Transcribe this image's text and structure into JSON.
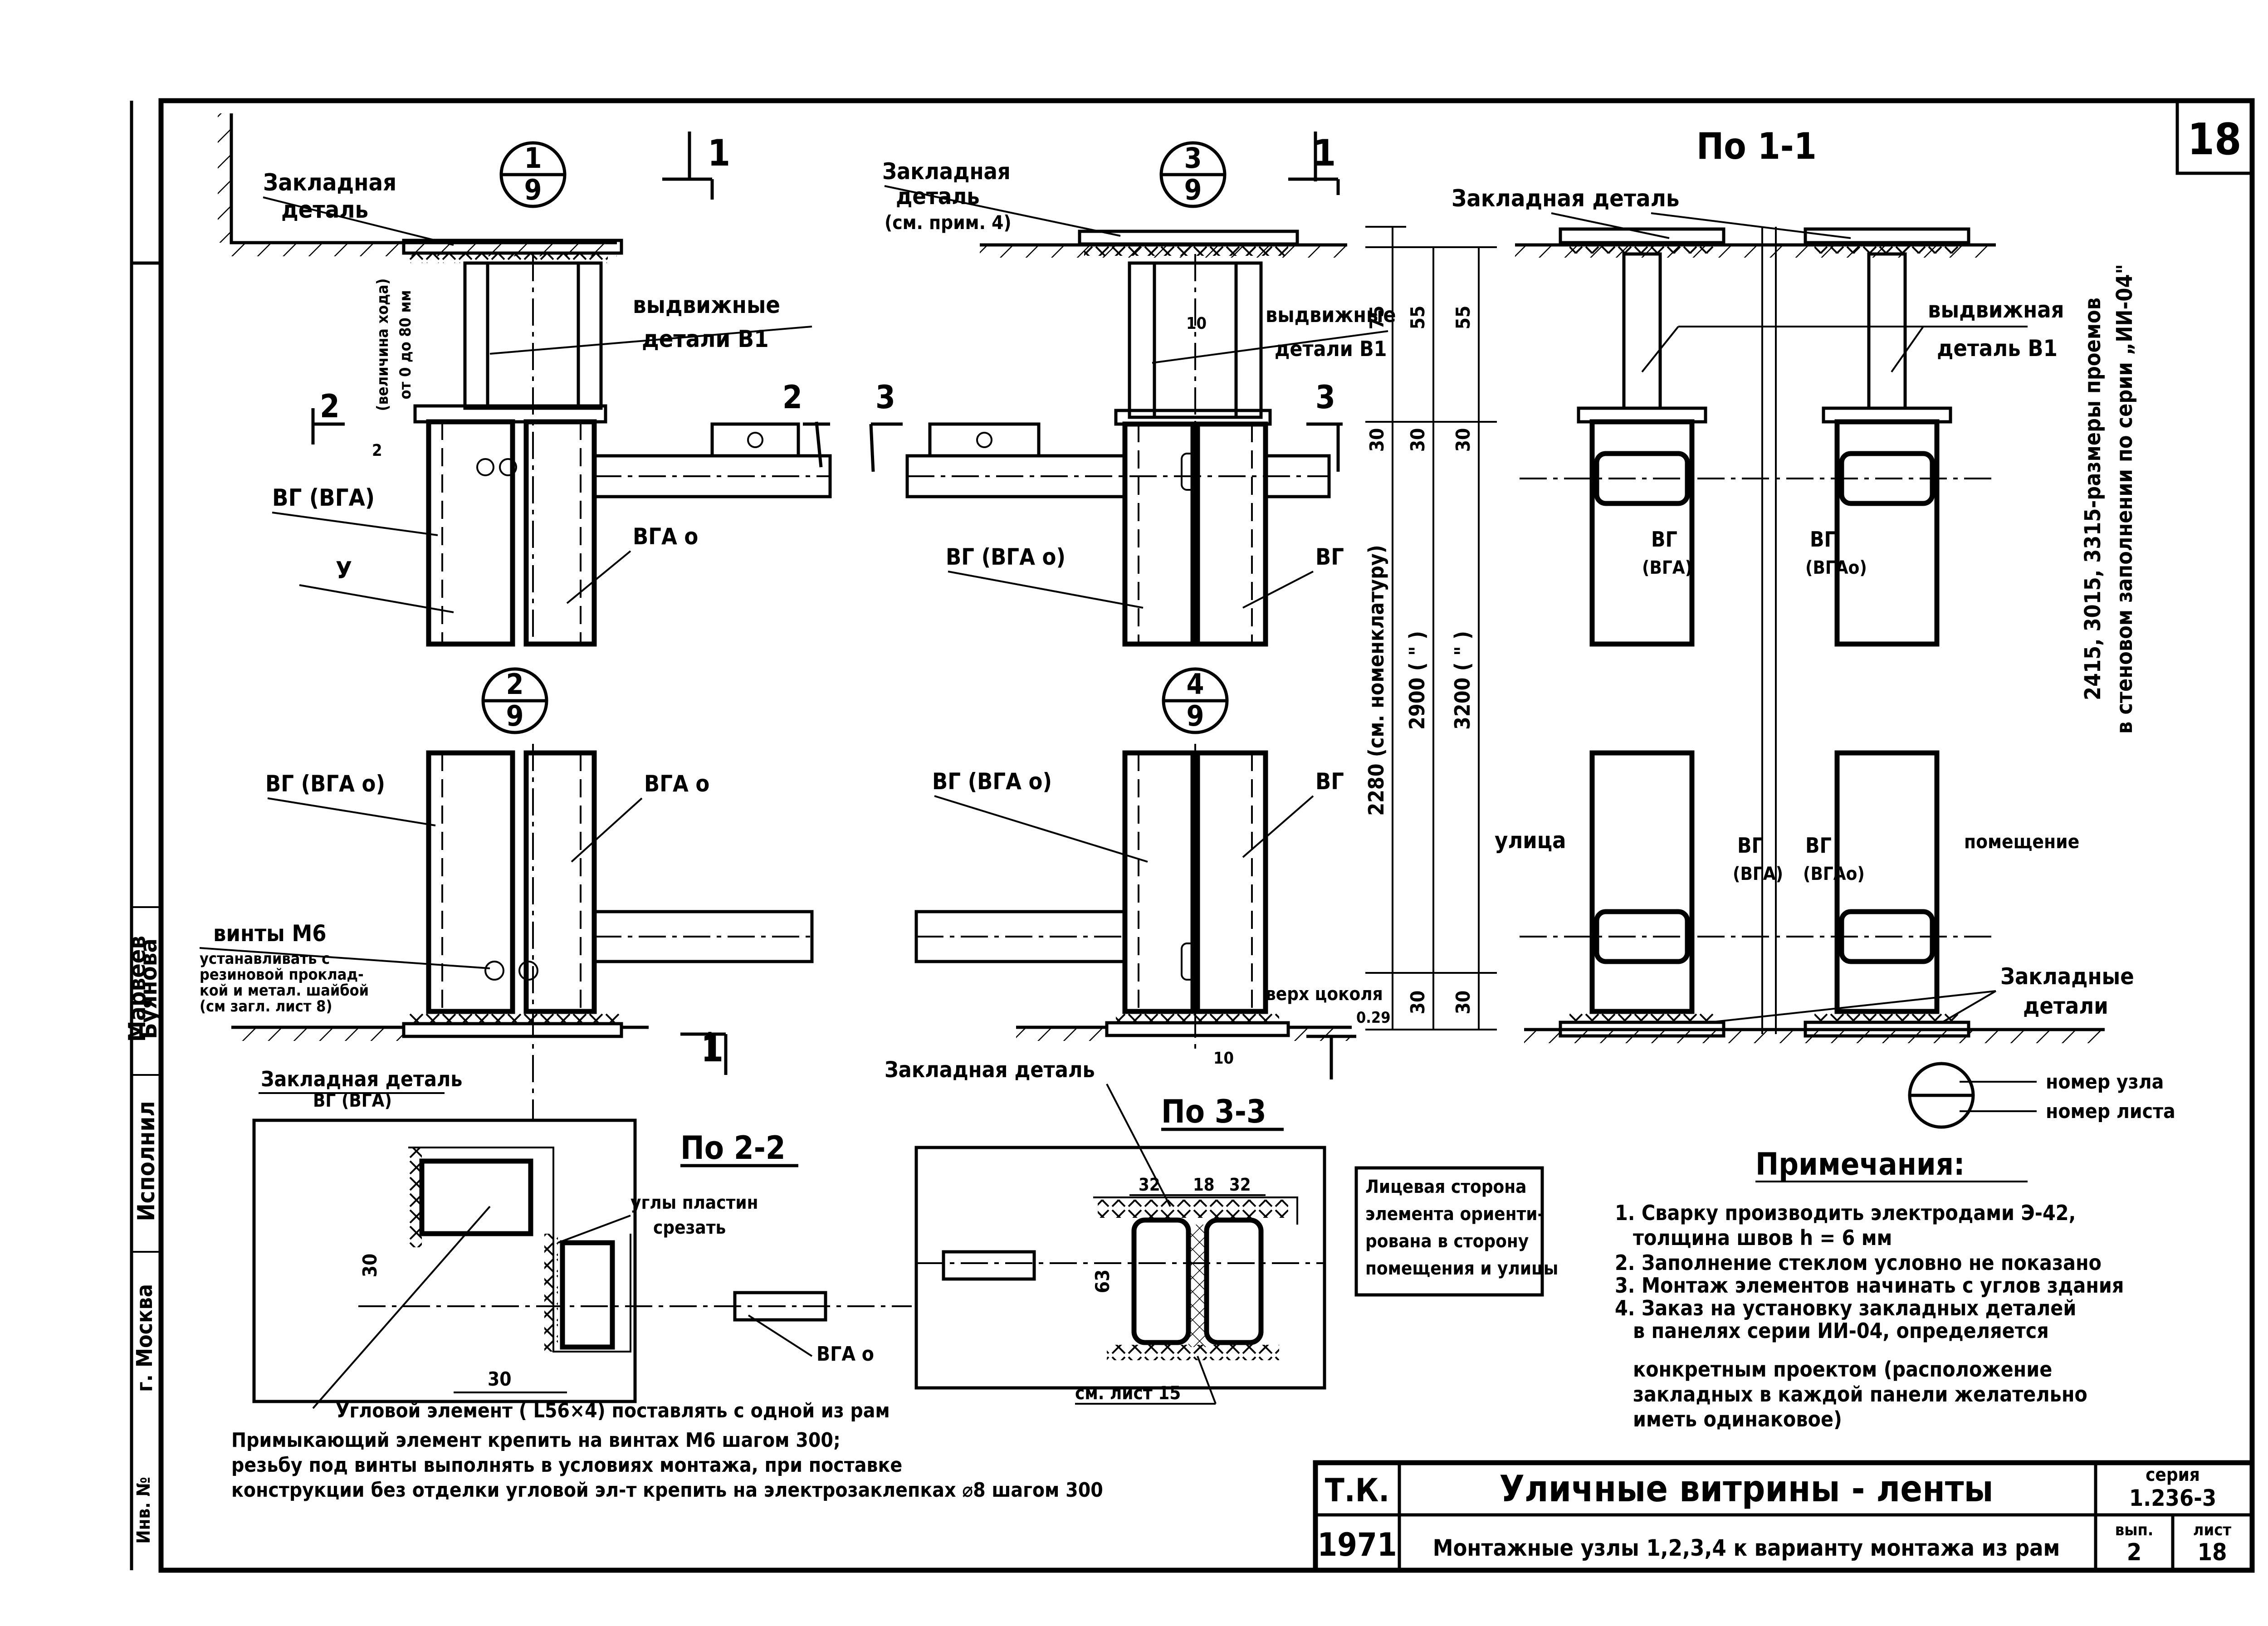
{
  "sheet": {
    "sheet_number": "18",
    "units": "мм"
  },
  "nodes": {
    "n1": {
      "num": "1",
      "sheet": "9"
    },
    "n2": {
      "num": "2",
      "sheet": "9"
    },
    "n3": {
      "num": "3",
      "sheet": "9"
    },
    "n4": {
      "num": "4",
      "sheet": "9"
    }
  },
  "section_marks": {
    "s1": "1",
    "s2": "2",
    "s3": "3"
  },
  "views": {
    "v11": "По 1-1",
    "v22": "По 2-2",
    "v33": "По 3-3"
  },
  "labels": {
    "embed_part": "Закладная",
    "embed_part2": "деталь",
    "embed_note": "(см. прим. 4)",
    "embed_full": "Закладная деталь",
    "embed_plural": "Закладные",
    "embed_plural2": "детали",
    "slide_parts": "выдвижные",
    "slide_parts2": "детали В1",
    "slide_part": "выдвижная",
    "slide_part2": "деталь В1",
    "travel": "(величина хода)",
    "travel2": "от 0 до 80 мм",
    "vg_vga": "ВГ (ВГА)",
    "vg_vga0": "ВГ (ВГА о)",
    "vg_vga0b": "ВГ (ВГАо)",
    "vga0": "ВГА о",
    "vg": "ВГ",
    "vga_p": "(ВГА)",
    "vga0_p": "(ВГАо)",
    "u": "У",
    "screws": "винты М6",
    "screws_note1": "устанавливать с",
    "screws_note2": "резиновой проклад-",
    "screws_note3": "кой и метал. шайбой",
    "screws_note4": "(см загл. лист 8)",
    "plinth": "верх цоколя",
    "plinth_mark": "0.29",
    "street": "улица",
    "room": "помещение",
    "plate_corners1": "углы пластин",
    "plate_corners2": "срезать",
    "see_sheet": "см. лист 15",
    "face1": "Лицевая сторона",
    "face2": "элемента ориенти-",
    "face3": "рована в сторону",
    "face4": "помещения и улицы",
    "angle_elem": "Угловой элемент ( L56×4) поставлять с одной из рам",
    "note_bottom1": "Примыкающий элемент крепить на винтах М6  шагом 300;",
    "note_bottom2": "резьбу под винты выполнять в условиях монтажа, при поставке",
    "note_bottom3": "конструкции без отделки угловой эл-т крепить на электрозаклепках ⌀8 шагом 300",
    "legend_node": "номер узла",
    "legend_sheet": "номер листа"
  },
  "dimensions": {
    "d2280": "2280 (см. номенклатуру)",
    "d2900": "2900 (        \"        )",
    "d3200": "3200 (        \"        )",
    "d75": "75",
    "d55a": "55",
    "d55b": "55",
    "d30a": "30",
    "d30b": "30",
    "d30c": "30",
    "d30d": "30",
    "d30e": "30",
    "d10a": "10",
    "d10b": "10",
    "d2": "2",
    "d30l": "30",
    "d30bot": "30",
    "d63": "63",
    "d32a": "32",
    "d18": "18",
    "d32b": "32",
    "openings": "2415, 3015, 3315-размеры проемов",
    "openings2": "в стеновом заполнении по серии „ИИ-04\""
  },
  "notes": {
    "title": "Примечания:",
    "items": [
      "1. Сварку производить электродами Э-42,",
      "толщина швов  h = 6 мм",
      "2. Заполнение стеклом условно не показано",
      "3. Монтаж элементов начинать с углов здания",
      "4. Заказ на установку закладных деталей",
      "в панелях серии ИИ-04, определяется",
      "конкретным проектом (расположение",
      "закладных  в каждой  панели желательно",
      "иметь одинаковое)"
    ]
  },
  "side_stamp": {
    "author1": "Марвеев",
    "author2": "Буянова",
    "role": "Исполнил",
    "org": "г. Москва",
    "extra": "Инв. №"
  },
  "title_block": {
    "tk": "Т.К.",
    "year": "1971",
    "title": "Уличные витрины - ленты",
    "subtitle": "Монтажные узлы 1,2,3,4 к варианту монтажа из рам",
    "series_label": "серия",
    "series": "1.236-3",
    "issue_label": "вып.",
    "issue": "2",
    "sheet_label": "лист",
    "sheet": "18"
  }
}
